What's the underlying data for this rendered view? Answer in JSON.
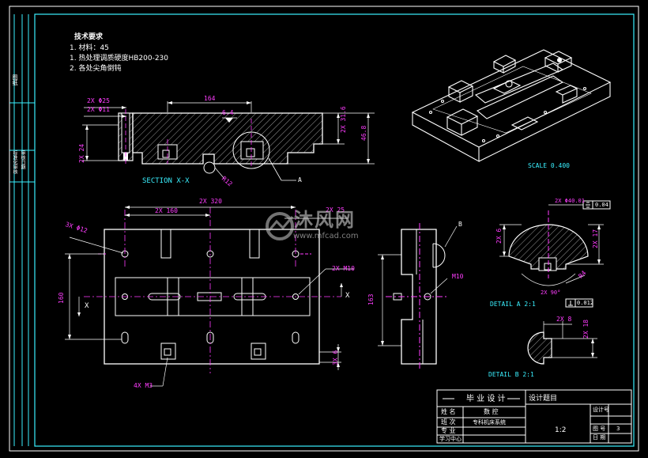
{
  "notes": {
    "title": "技术要求",
    "items": [
      "1. 材料：45",
      "1. 热处理调质硬度HB200-230",
      "2. 各处尖角倒钝"
    ]
  },
  "section_view": {
    "label": "SECTION  X-X",
    "dims": {
      "d25": "2X Φ25",
      "d11": "2X Φ11",
      "l164": "164",
      "d64": "6.4",
      "h316": "2X 31.6",
      "h468": "46.8",
      "h24": "2X 24",
      "r12": "R12",
      "a": "A"
    }
  },
  "iso_view": {
    "scale": "SCALE  0.400"
  },
  "plan_view": {
    "dims": {
      "w320": "2X 320",
      "w160": "2X 160",
      "w25": "2X 25",
      "d12": "3X Φ12",
      "m10": "2X M10",
      "h160": "160",
      "x_left": "X",
      "x_right": "X",
      "v36": "3X 6",
      "m3": "4X M3"
    }
  },
  "side_view": {
    "dims": {
      "b": "B",
      "m10": "M10",
      "h163": "163"
    }
  },
  "detail_a": {
    "label": "DETAIL  A  2:1",
    "dims": {
      "top": "2X Φ40.01",
      "sym": "0.04",
      "h6": "2X 6",
      "h17": "2X 17",
      "ang": "2X 90°",
      "r4": "R4",
      "perp": "0.012"
    }
  },
  "detail_b": {
    "label": "DETAIL  B  2:1",
    "dims": {
      "w8": "2X 8",
      "h18": "2X 18"
    }
  },
  "title_block": {
    "design": "毕 业 设 计",
    "topic_label": "设计题目",
    "name_label": "姓 名",
    "name_value": "数 控",
    "class_label": "班 次",
    "dept_label": "专 业",
    "dept_value": "专科机床系统",
    "center_label": "学习中心",
    "scale_value": "1:2",
    "num_label": "设计号",
    "sheet_label": "图 号",
    "sheet_value": "3",
    "date_label": "日 期"
  },
  "watermark": {
    "brand": "沐风网",
    "url": "www.mfcad.com"
  },
  "sidebar": {
    "labels": [
      "图纸",
      "标准化审核",
      "审核日期"
    ]
  }
}
